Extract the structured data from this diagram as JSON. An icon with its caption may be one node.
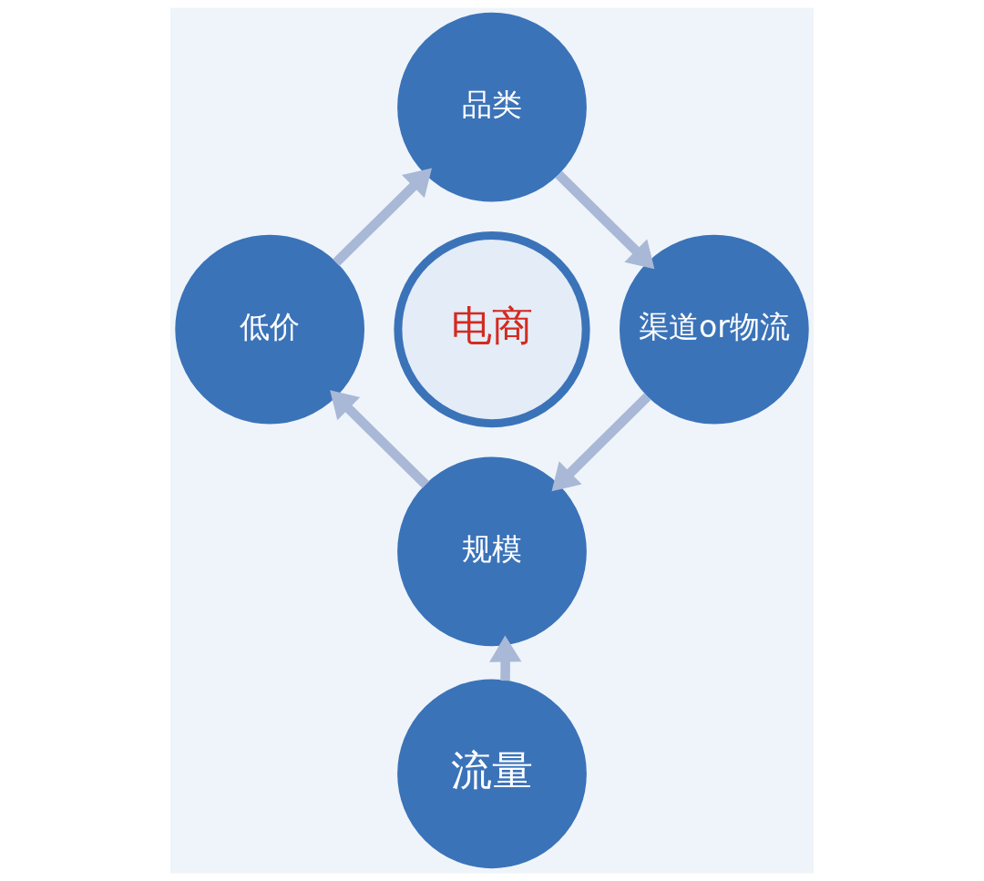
{
  "diagram": {
    "nodes": [
      {
        "text": [
          "品类"
        ]
      },
      {
        "text": [
          "低价"
        ]
      },
      {
        "text": [
          "电商"
        ]
      },
      {
        "text": [
          "渠道or物流"
        ]
      },
      {
        "text": [
          "规模"
        ]
      },
      {
        "text": [
          "流量"
        ]
      }
    ],
    "edges": [
      {
        "from": 0,
        "to": 3,
        "arrow": "to"
      },
      {
        "from": 3,
        "to": 4,
        "arrow": "to"
      },
      {
        "from": 4,
        "to": 1,
        "arrow": "to"
      },
      {
        "from": 1,
        "to": 0,
        "arrow": "to"
      },
      {
        "from": 5,
        "to": 4,
        "arrow": "to"
      }
    ]
  }
}
